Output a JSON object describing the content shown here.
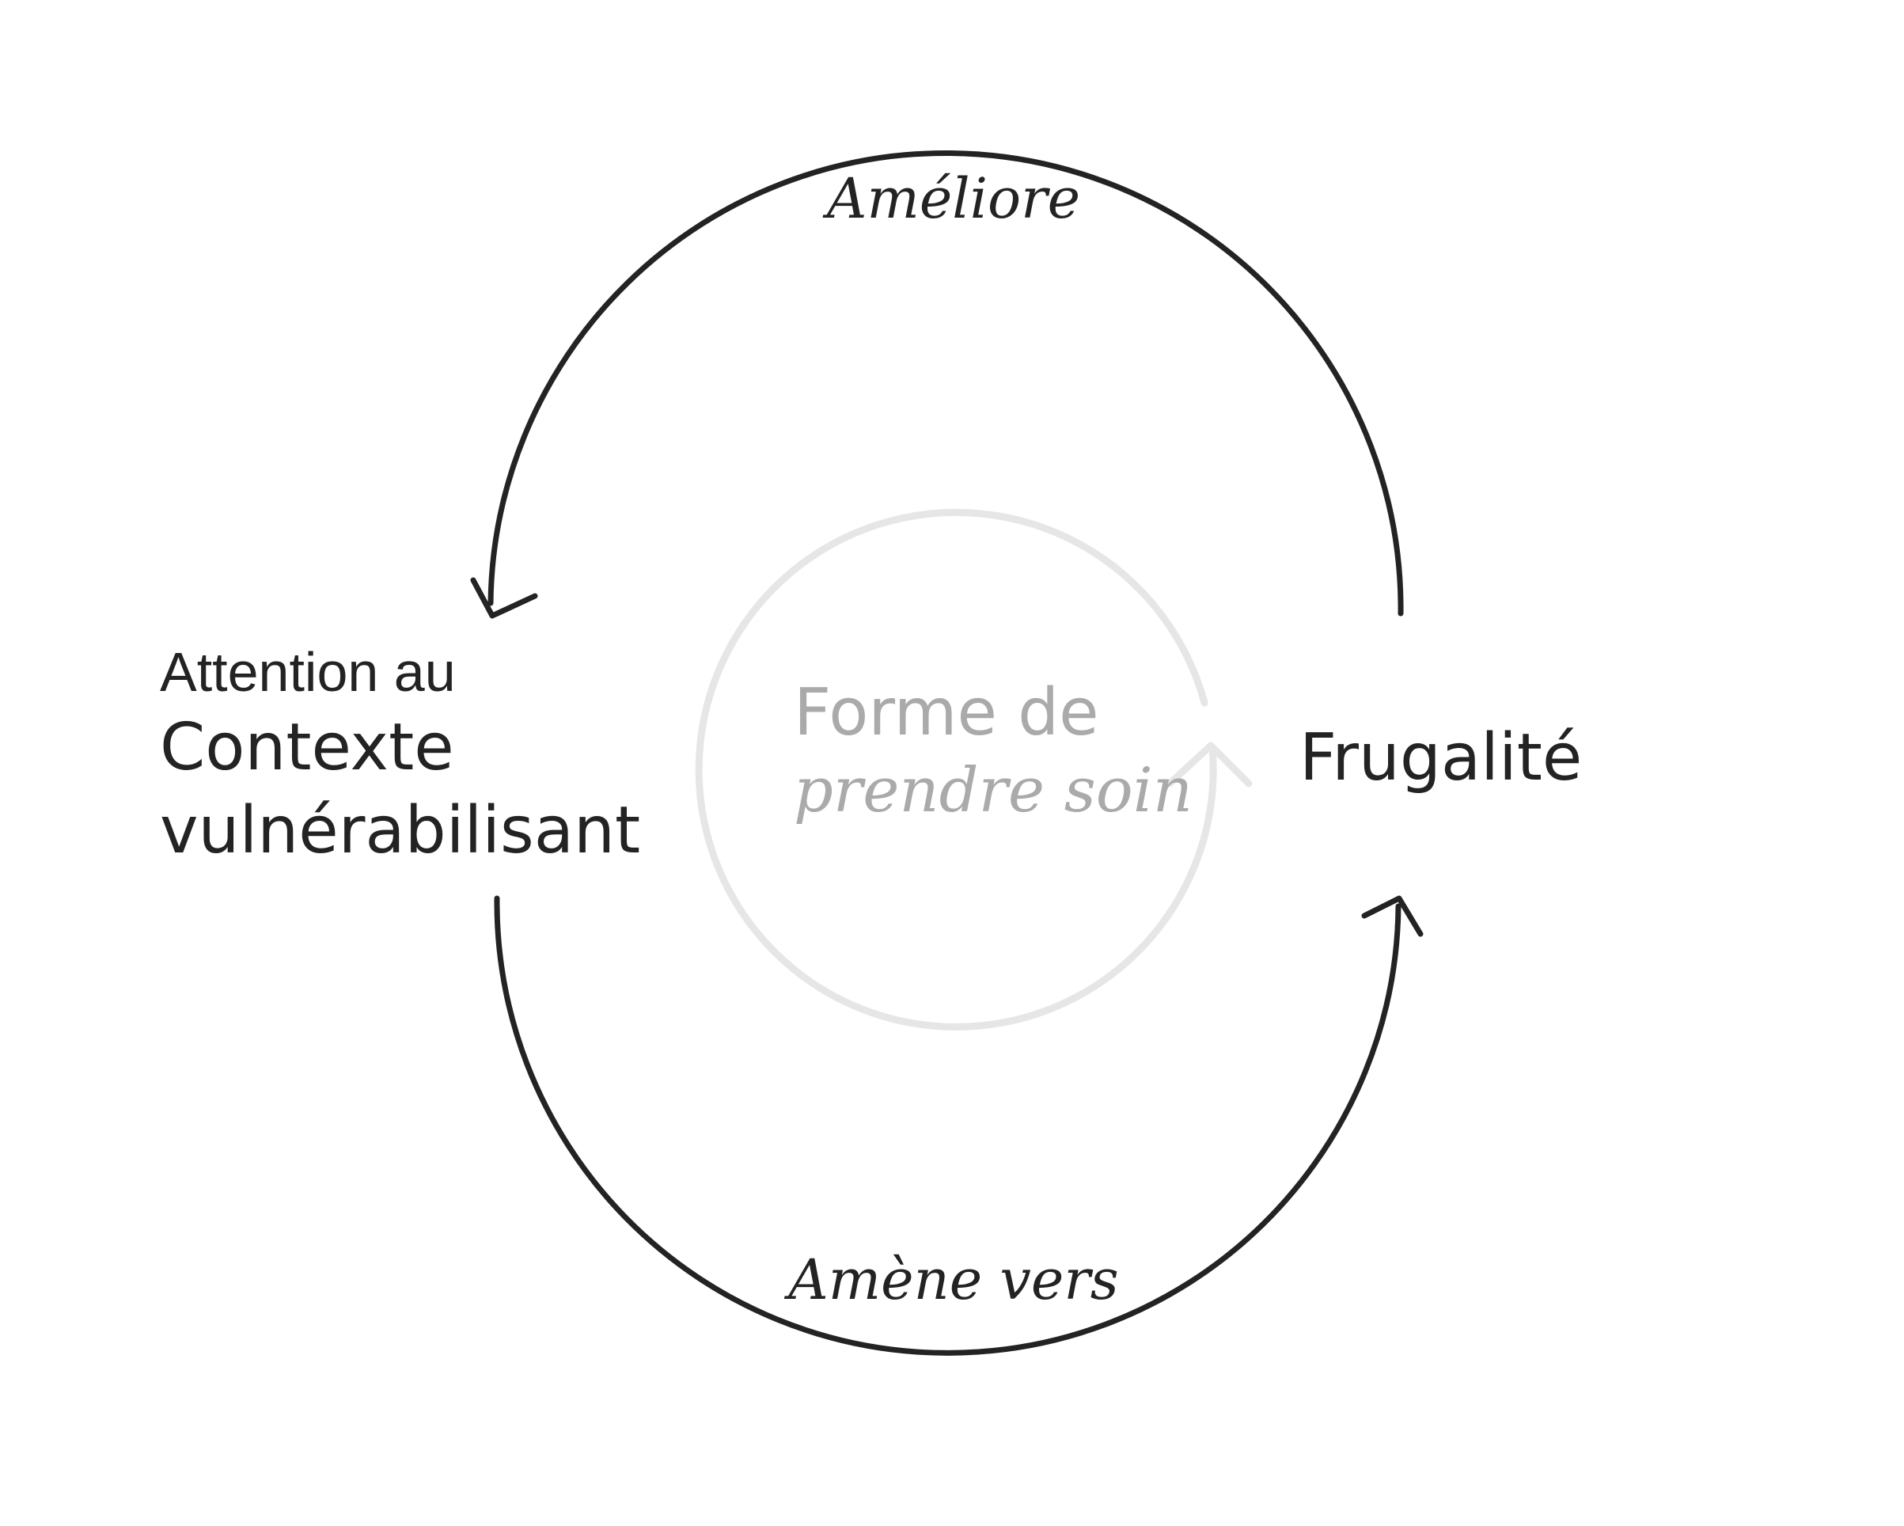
{
  "edges": {
    "top_label": "Améliore",
    "bottom_label": "Amène vers"
  },
  "left_node": {
    "line1": "Attention au",
    "line2": "Contexte",
    "line3": "vulnérabilisant"
  },
  "right_node": {
    "label": "Frugalité"
  },
  "center_node": {
    "line1": "Forme de",
    "line2": "prendre soin"
  },
  "colors": {
    "stroke_dark": "#232323",
    "stroke_light": "#e6e6e6",
    "text_light": "#aaaaaa",
    "background": "#ffffff"
  }
}
